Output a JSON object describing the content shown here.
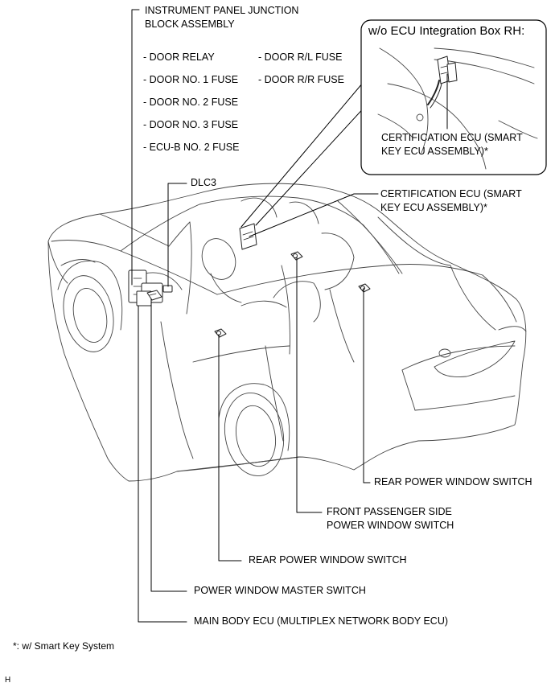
{
  "labels": {
    "ip_junction_block": [
      "INSTRUMENT PANEL JUNCTION",
      "BLOCK ASSEMBLY"
    ],
    "fuses_left": [
      "- DOOR RELAY",
      "- DOOR NO. 1 FUSE",
      "- DOOR NO. 2 FUSE",
      "- DOOR NO. 3 FUSE",
      "- ECU-B NO. 2 FUSE"
    ],
    "fuses_right": [
      "- DOOR R/L FUSE",
      "- DOOR R/R FUSE"
    ],
    "dlc3": "DLC3",
    "certification_ecu": [
      "CERTIFICATION ECU (SMART",
      "KEY ECU ASSEMBLY)*"
    ],
    "rear_power_window_switch_right": "REAR POWER WINDOW SWITCH",
    "front_passenger_switch": [
      "FRONT PASSENGER SIDE",
      "POWER WINDOW SWITCH"
    ],
    "rear_power_window_switch_left": "REAR POWER WINDOW SWITCH",
    "power_window_master_switch": "POWER WINDOW MASTER SWITCH",
    "main_body_ecu": "MAIN BODY ECU (MULTIPLEX NETWORK BODY ECU)"
  },
  "inset": {
    "title": "w/o ECU Integration Box RH:",
    "certification_ecu": [
      "CERTIFICATION ECU (SMART",
      "KEY ECU ASSEMBLY)*"
    ]
  },
  "footnote": "*: w/ Smart Key System",
  "corner_mark": "H"
}
